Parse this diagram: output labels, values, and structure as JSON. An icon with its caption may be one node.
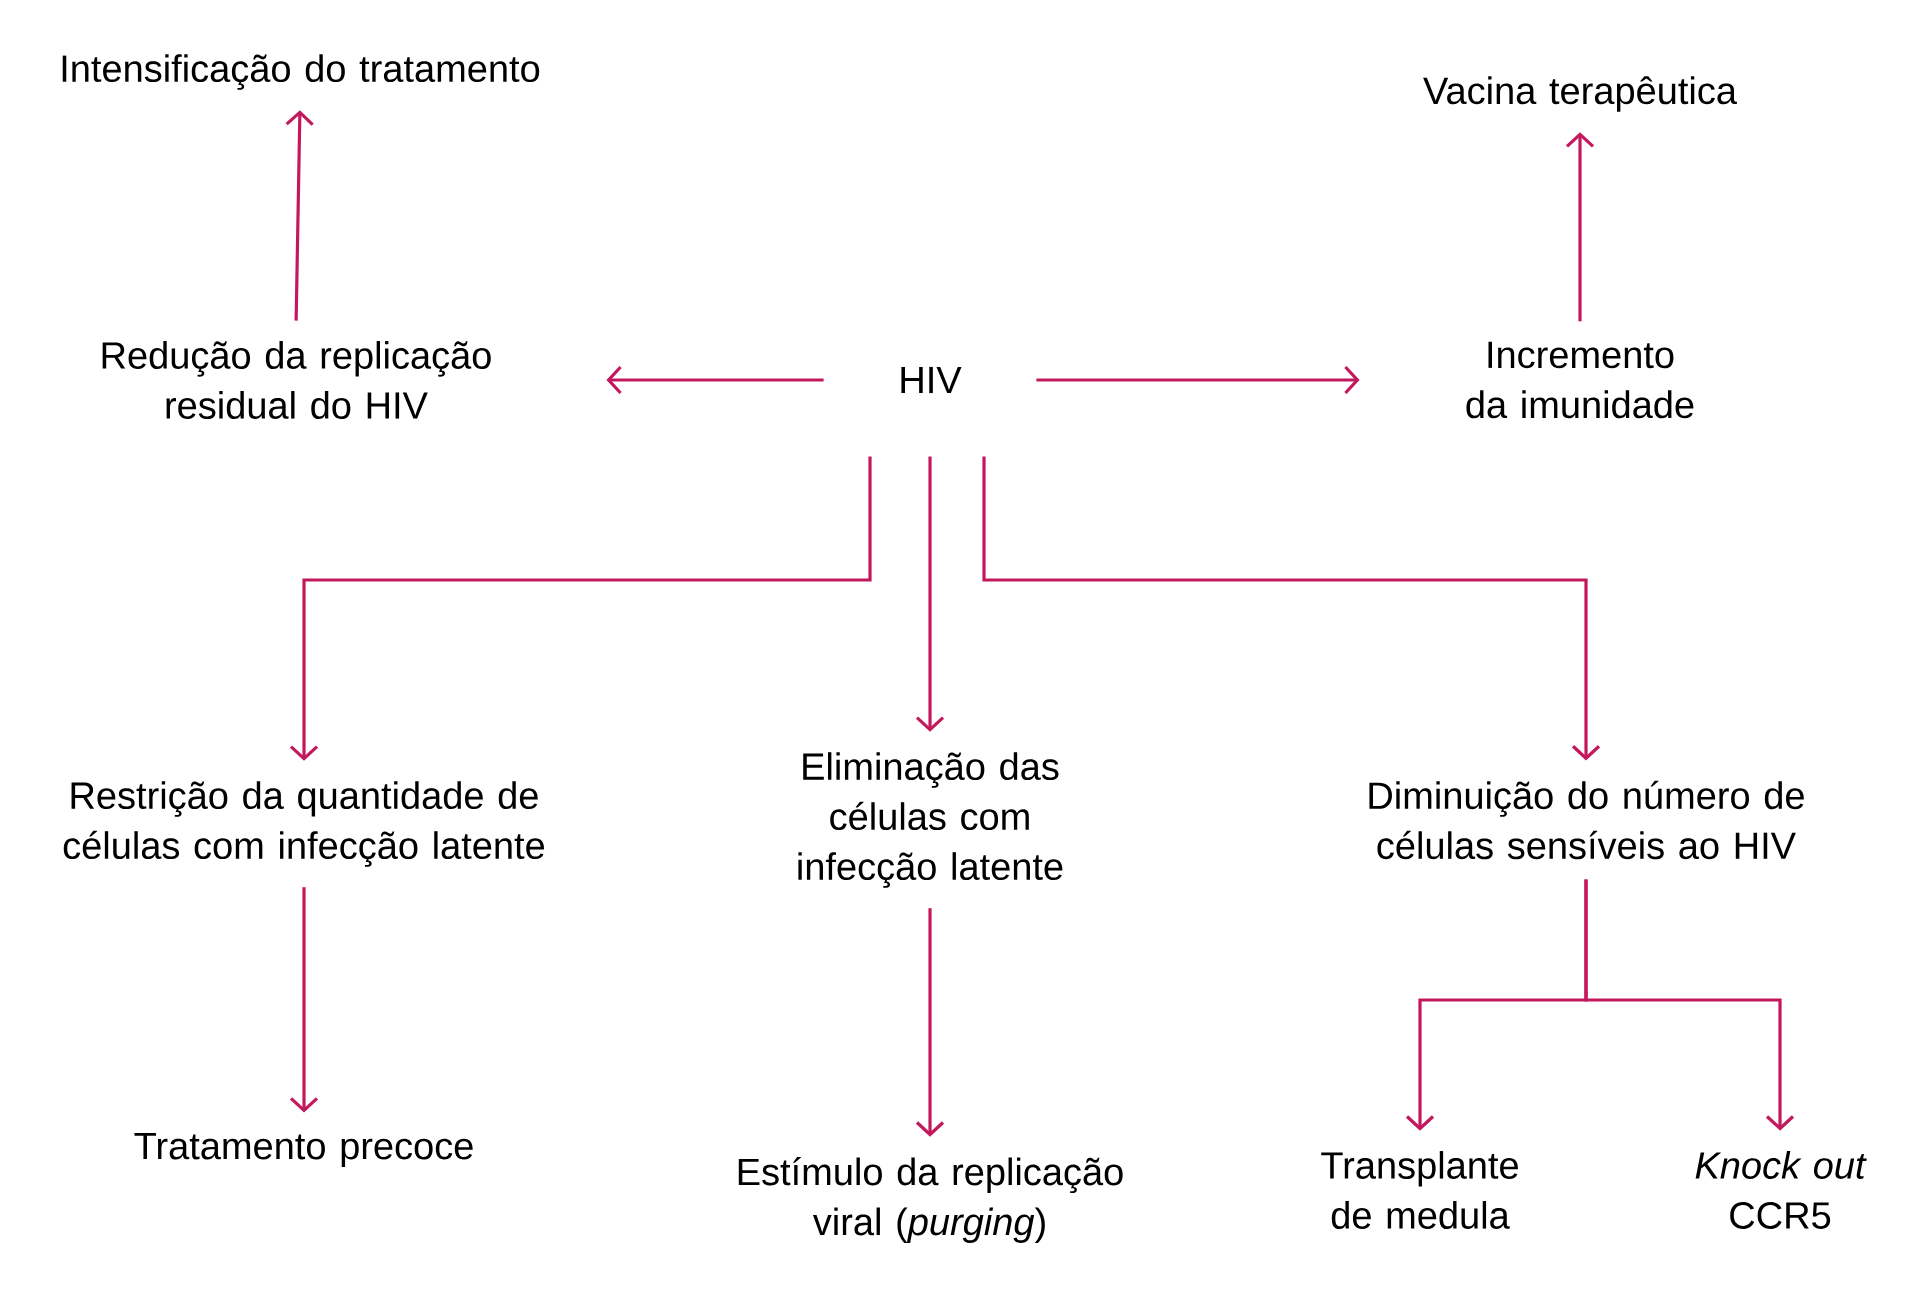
{
  "diagram": {
    "nodes": [
      {
        "text": [
          "Intensificação do tratamento"
        ]
      },
      {
        "text": [
          "Redução da replicação residual do HIV"
        ]
      },
      {
        "text": [
          "HIV"
        ]
      },
      {
        "text": [
          "Vacina terapêutica"
        ]
      },
      {
        "text": [
          "Incremento da imunidade"
        ]
      },
      {
        "text": [
          "Restrição da quantidade de células com infecção latente"
        ]
      },
      {
        "text": [
          "Eliminação das células com infecção latente"
        ]
      },
      {
        "text": [
          "Diminuição do número de células sensíveis ao HIV"
        ]
      },
      {
        "text": [
          "Tratamento precoce"
        ]
      },
      {
        "text": [
          "Estímulo da replicação viral (*purging*)"
        ]
      },
      {
        "text": [
          "Transplante de medula"
        ]
      },
      {
        "text": [
          "*Knock out* CCR5"
        ]
      }
    ],
    "edges": [
      {
        "from": 1,
        "to": 0,
        "arrow": "to"
      },
      {
        "from": 2,
        "to": 1,
        "arrow": "to"
      },
      {
        "from": 2,
        "to": 4,
        "arrow": "to"
      },
      {
        "from": 4,
        "to": 3,
        "arrow": "to"
      },
      {
        "from": 2,
        "to": 5,
        "arrow": "to"
      },
      {
        "from": 2,
        "to": 6,
        "arrow": "to"
      },
      {
        "from": 2,
        "to": 7,
        "arrow": "to"
      },
      {
        "from": 5,
        "to": 8,
        "arrow": "to"
      },
      {
        "from": 6,
        "to": 9,
        "arrow": "to"
      },
      {
        "from": 7,
        "to": 10,
        "arrow": "to"
      },
      {
        "from": 7,
        "to": 11,
        "arrow": "to"
      }
    ]
  }
}
